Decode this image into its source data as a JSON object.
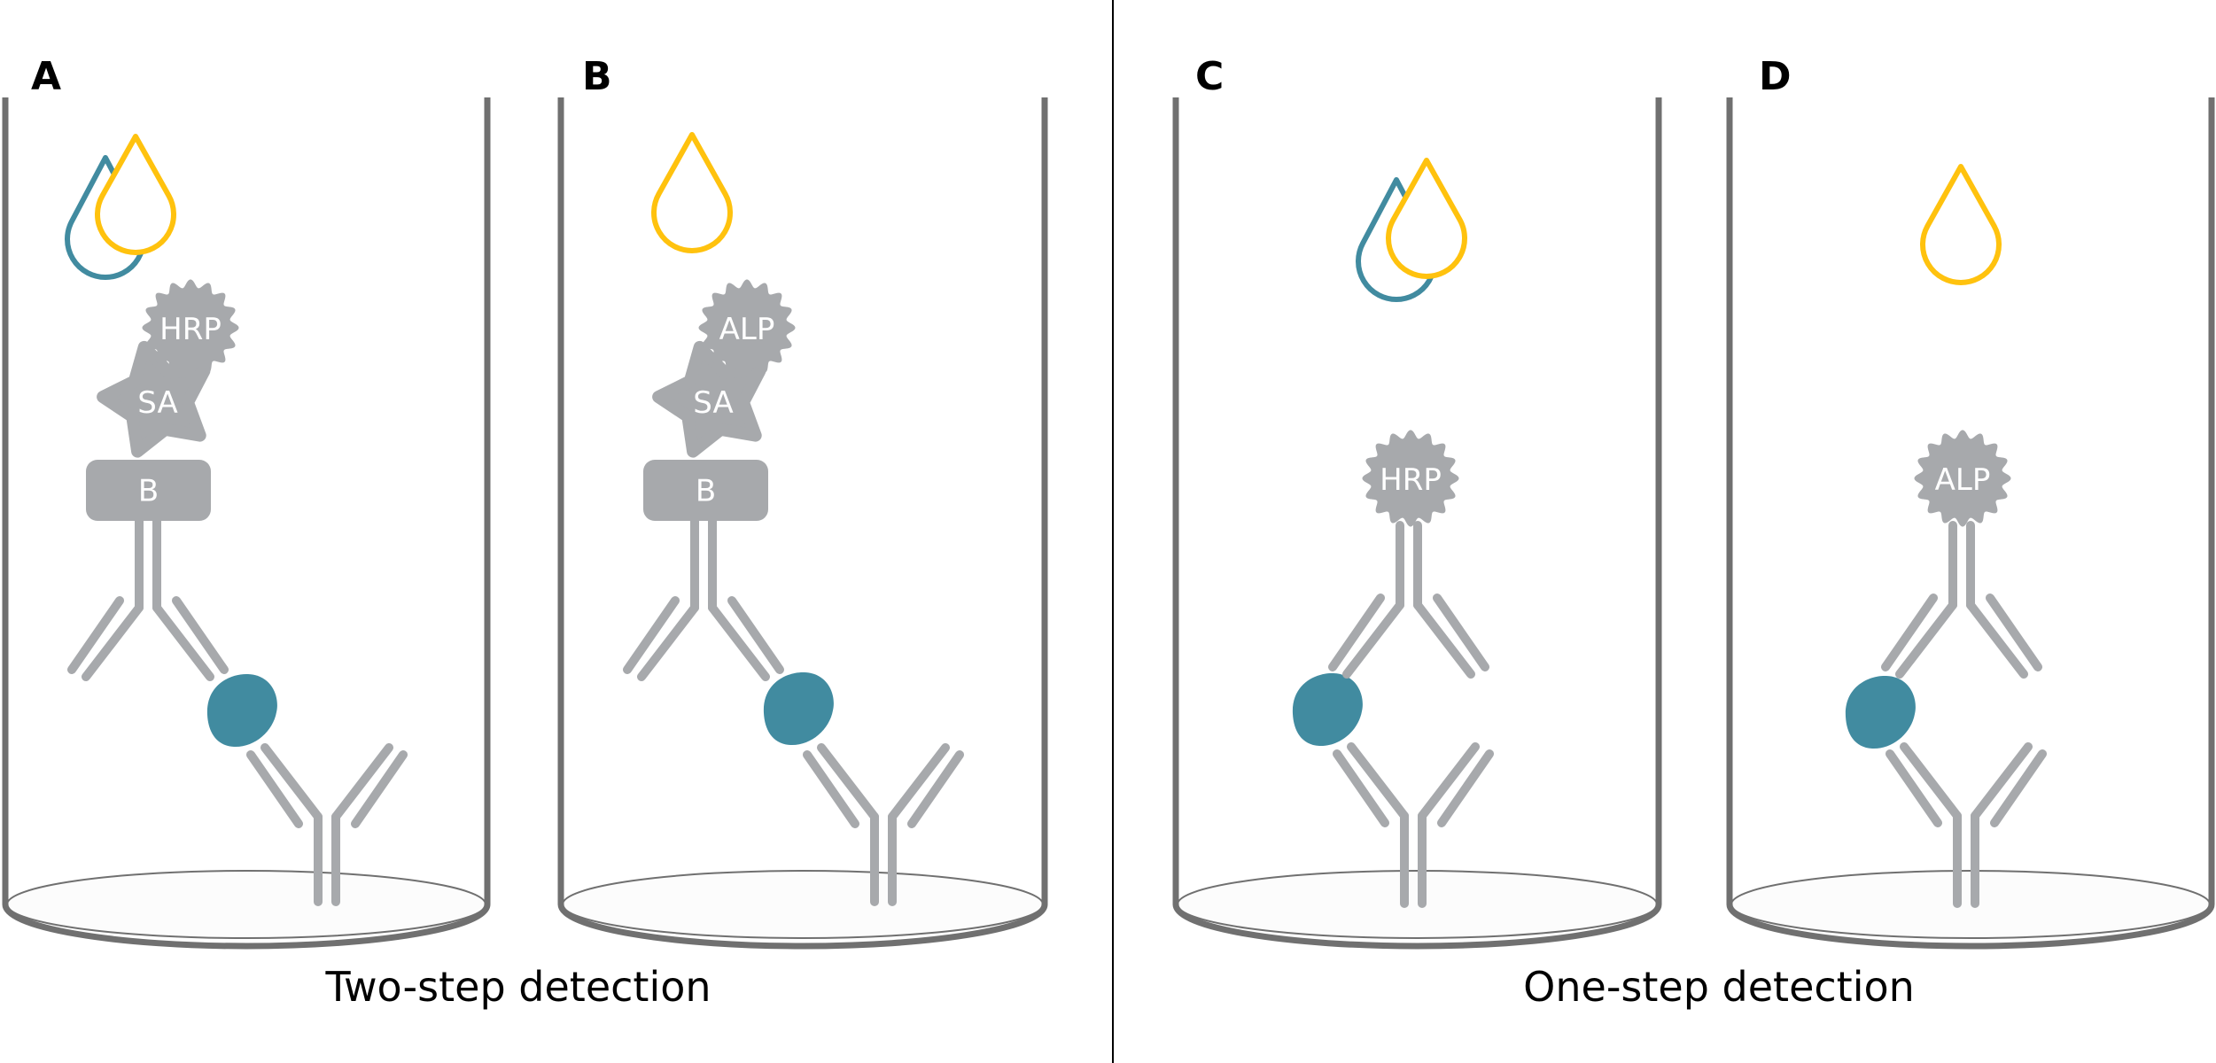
{
  "figure": {
    "type": "ELISA detection schematic",
    "colors": {
      "well_wall": "#707070",
      "well_floor_fill": "#FCFCFC",
      "antibody": "#A7A9AC",
      "enzyme": "#A7A9AC",
      "antigen": "#418BA0",
      "substrate_teal": "#418BA0",
      "substrate_yellow": "#FFC20E",
      "divider": "#000000",
      "label_text": "#000000",
      "molecule_text": "#FFFFFF"
    },
    "groups": [
      {
        "caption": "Two-step detection",
        "panels": [
          "A",
          "B"
        ]
      },
      {
        "caption": "One-step detection",
        "panels": [
          "C",
          "D"
        ]
      }
    ],
    "panels": [
      {
        "letter": "A",
        "detection": "two-step",
        "enzyme": "HRP",
        "bridge": "SA",
        "tag": "B",
        "substrates": [
          "teal",
          "yellow"
        ]
      },
      {
        "letter": "B",
        "detection": "two-step",
        "enzyme": "ALP",
        "bridge": "SA",
        "tag": "B",
        "substrates": [
          "yellow"
        ]
      },
      {
        "letter": "C",
        "detection": "one-step",
        "enzyme": "HRP",
        "bridge": null,
        "tag": null,
        "substrates": [
          "teal",
          "yellow"
        ]
      },
      {
        "letter": "D",
        "detection": "one-step",
        "enzyme": "ALP",
        "bridge": null,
        "tag": null,
        "substrates": [
          "yellow"
        ]
      }
    ]
  },
  "captions": {
    "two_step": "Two-step detection",
    "one_step": "One-step detection"
  }
}
